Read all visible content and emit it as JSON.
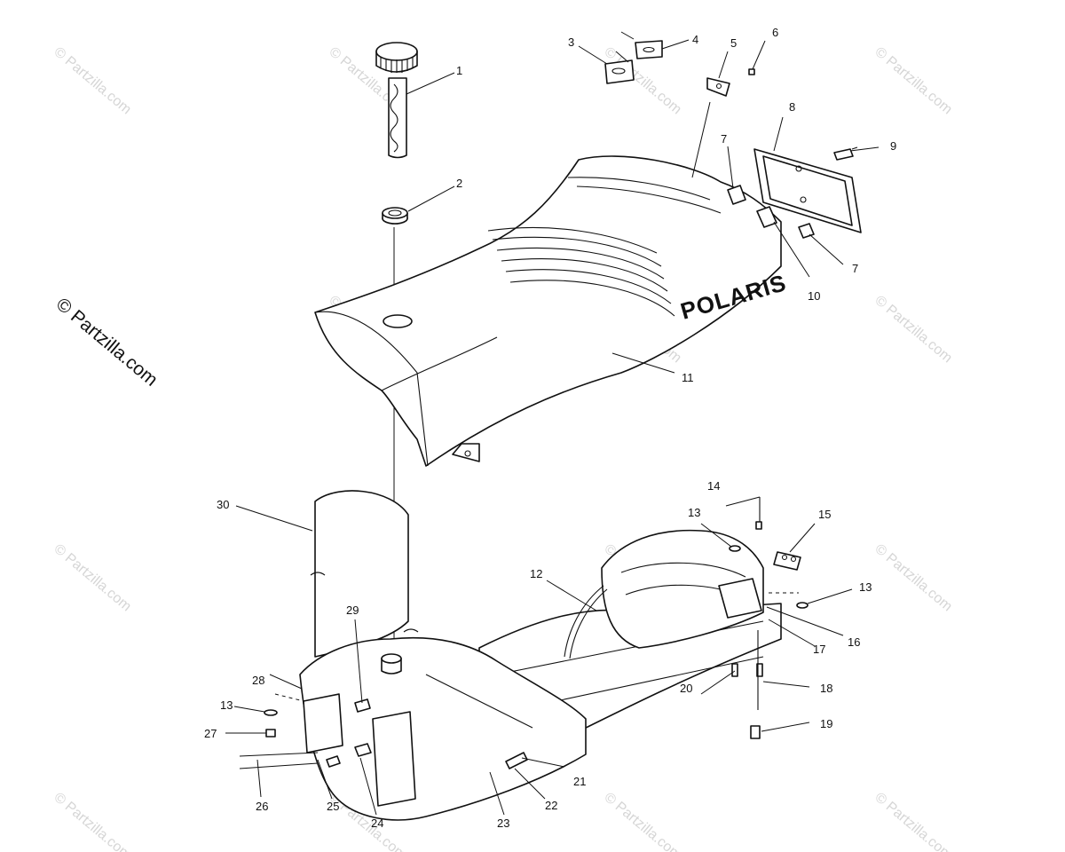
{
  "watermark": {
    "side_text": "© Partzilla.com",
    "stamp_text": "© Partzilla.com"
  },
  "brand_logo": "POLARIS",
  "callouts": [
    "1",
    "2",
    "3",
    "4",
    "5",
    "6",
    "7",
    "7",
    "8",
    "9",
    "10",
    "11",
    "12",
    "13",
    "13",
    "13",
    "14",
    "15",
    "16",
    "17",
    "18",
    "19",
    "20",
    "21",
    "22",
    "23",
    "24",
    "25",
    "26",
    "27",
    "28",
    "29",
    "30"
  ]
}
